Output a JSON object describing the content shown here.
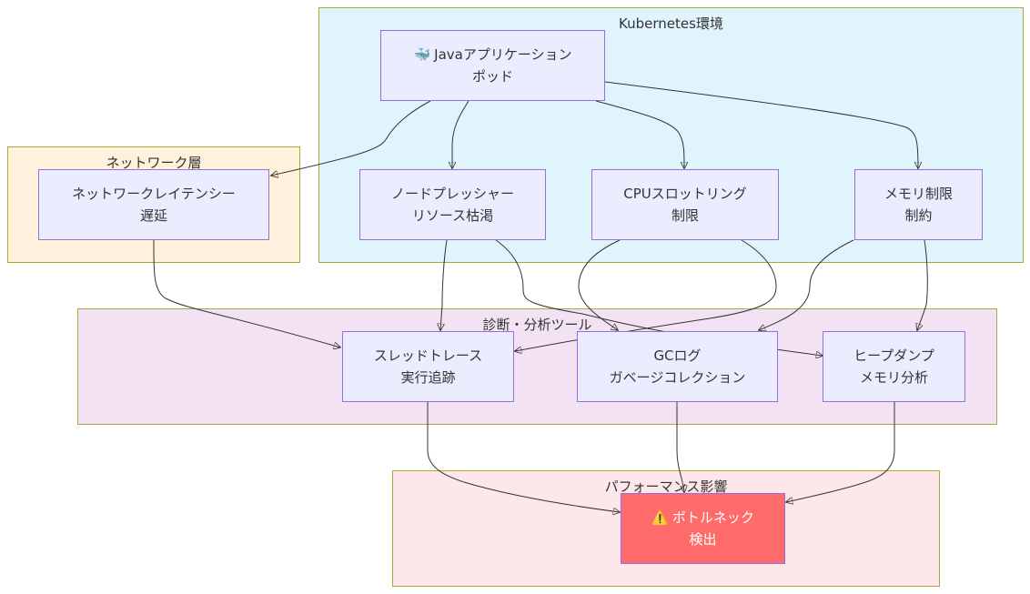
{
  "clusters": {
    "kubernetes": {
      "title": "Kubernetes環境",
      "bg": "#dff4fc"
    },
    "network": {
      "title": "ネットワーク層",
      "bg": "#fff1dc"
    },
    "diagnostics": {
      "title": "診断・分析ツール",
      "bg": "#f2e2f4"
    },
    "performance": {
      "title": "パフォーマンス影響",
      "bg": "#fde7ea"
    }
  },
  "nodes": {
    "java_pod": {
      "icon": "🐳",
      "icon_name": "whale-icon",
      "line1": "Javaアプリケーション",
      "line2": "ポッド"
    },
    "network_latency": {
      "line1": "ネットワークレイテンシー",
      "line2": "遅延"
    },
    "node_pressure": {
      "line1": "ノードプレッシャー",
      "line2": "リソース枯渇"
    },
    "cpu_throttling": {
      "line1": "CPUスロットリング",
      "line2": "制限"
    },
    "memory_limit": {
      "line1": "メモリ制限",
      "line2": "制約"
    },
    "thread_trace": {
      "line1": "スレッドトレース",
      "line2": "実行追跡"
    },
    "gc_log": {
      "line1": "GCログ",
      "line2": "ガベージコレクション"
    },
    "heap_dump": {
      "line1": "ヒープダンプ",
      "line2": "メモリ分析"
    },
    "bottleneck": {
      "icon": "⚠️",
      "icon_name": "warning-icon",
      "line1": "ボトルネック",
      "line2": "検出",
      "color": "#ff6b6b"
    }
  },
  "edges": [
    {
      "from": "java_pod",
      "to": "network_latency"
    },
    {
      "from": "java_pod",
      "to": "node_pressure"
    },
    {
      "from": "java_pod",
      "to": "cpu_throttling"
    },
    {
      "from": "java_pod",
      "to": "memory_limit"
    },
    {
      "from": "network_latency",
      "to": "thread_trace"
    },
    {
      "from": "node_pressure",
      "to": "thread_trace"
    },
    {
      "from": "node_pressure",
      "to": "heap_dump"
    },
    {
      "from": "cpu_throttling",
      "to": "gc_log"
    },
    {
      "from": "cpu_throttling",
      "to": "thread_trace"
    },
    {
      "from": "memory_limit",
      "to": "gc_log"
    },
    {
      "from": "memory_limit",
      "to": "heap_dump"
    },
    {
      "from": "thread_trace",
      "to": "bottleneck"
    },
    {
      "from": "gc_log",
      "to": "bottleneck"
    },
    {
      "from": "heap_dump",
      "to": "bottleneck"
    }
  ]
}
